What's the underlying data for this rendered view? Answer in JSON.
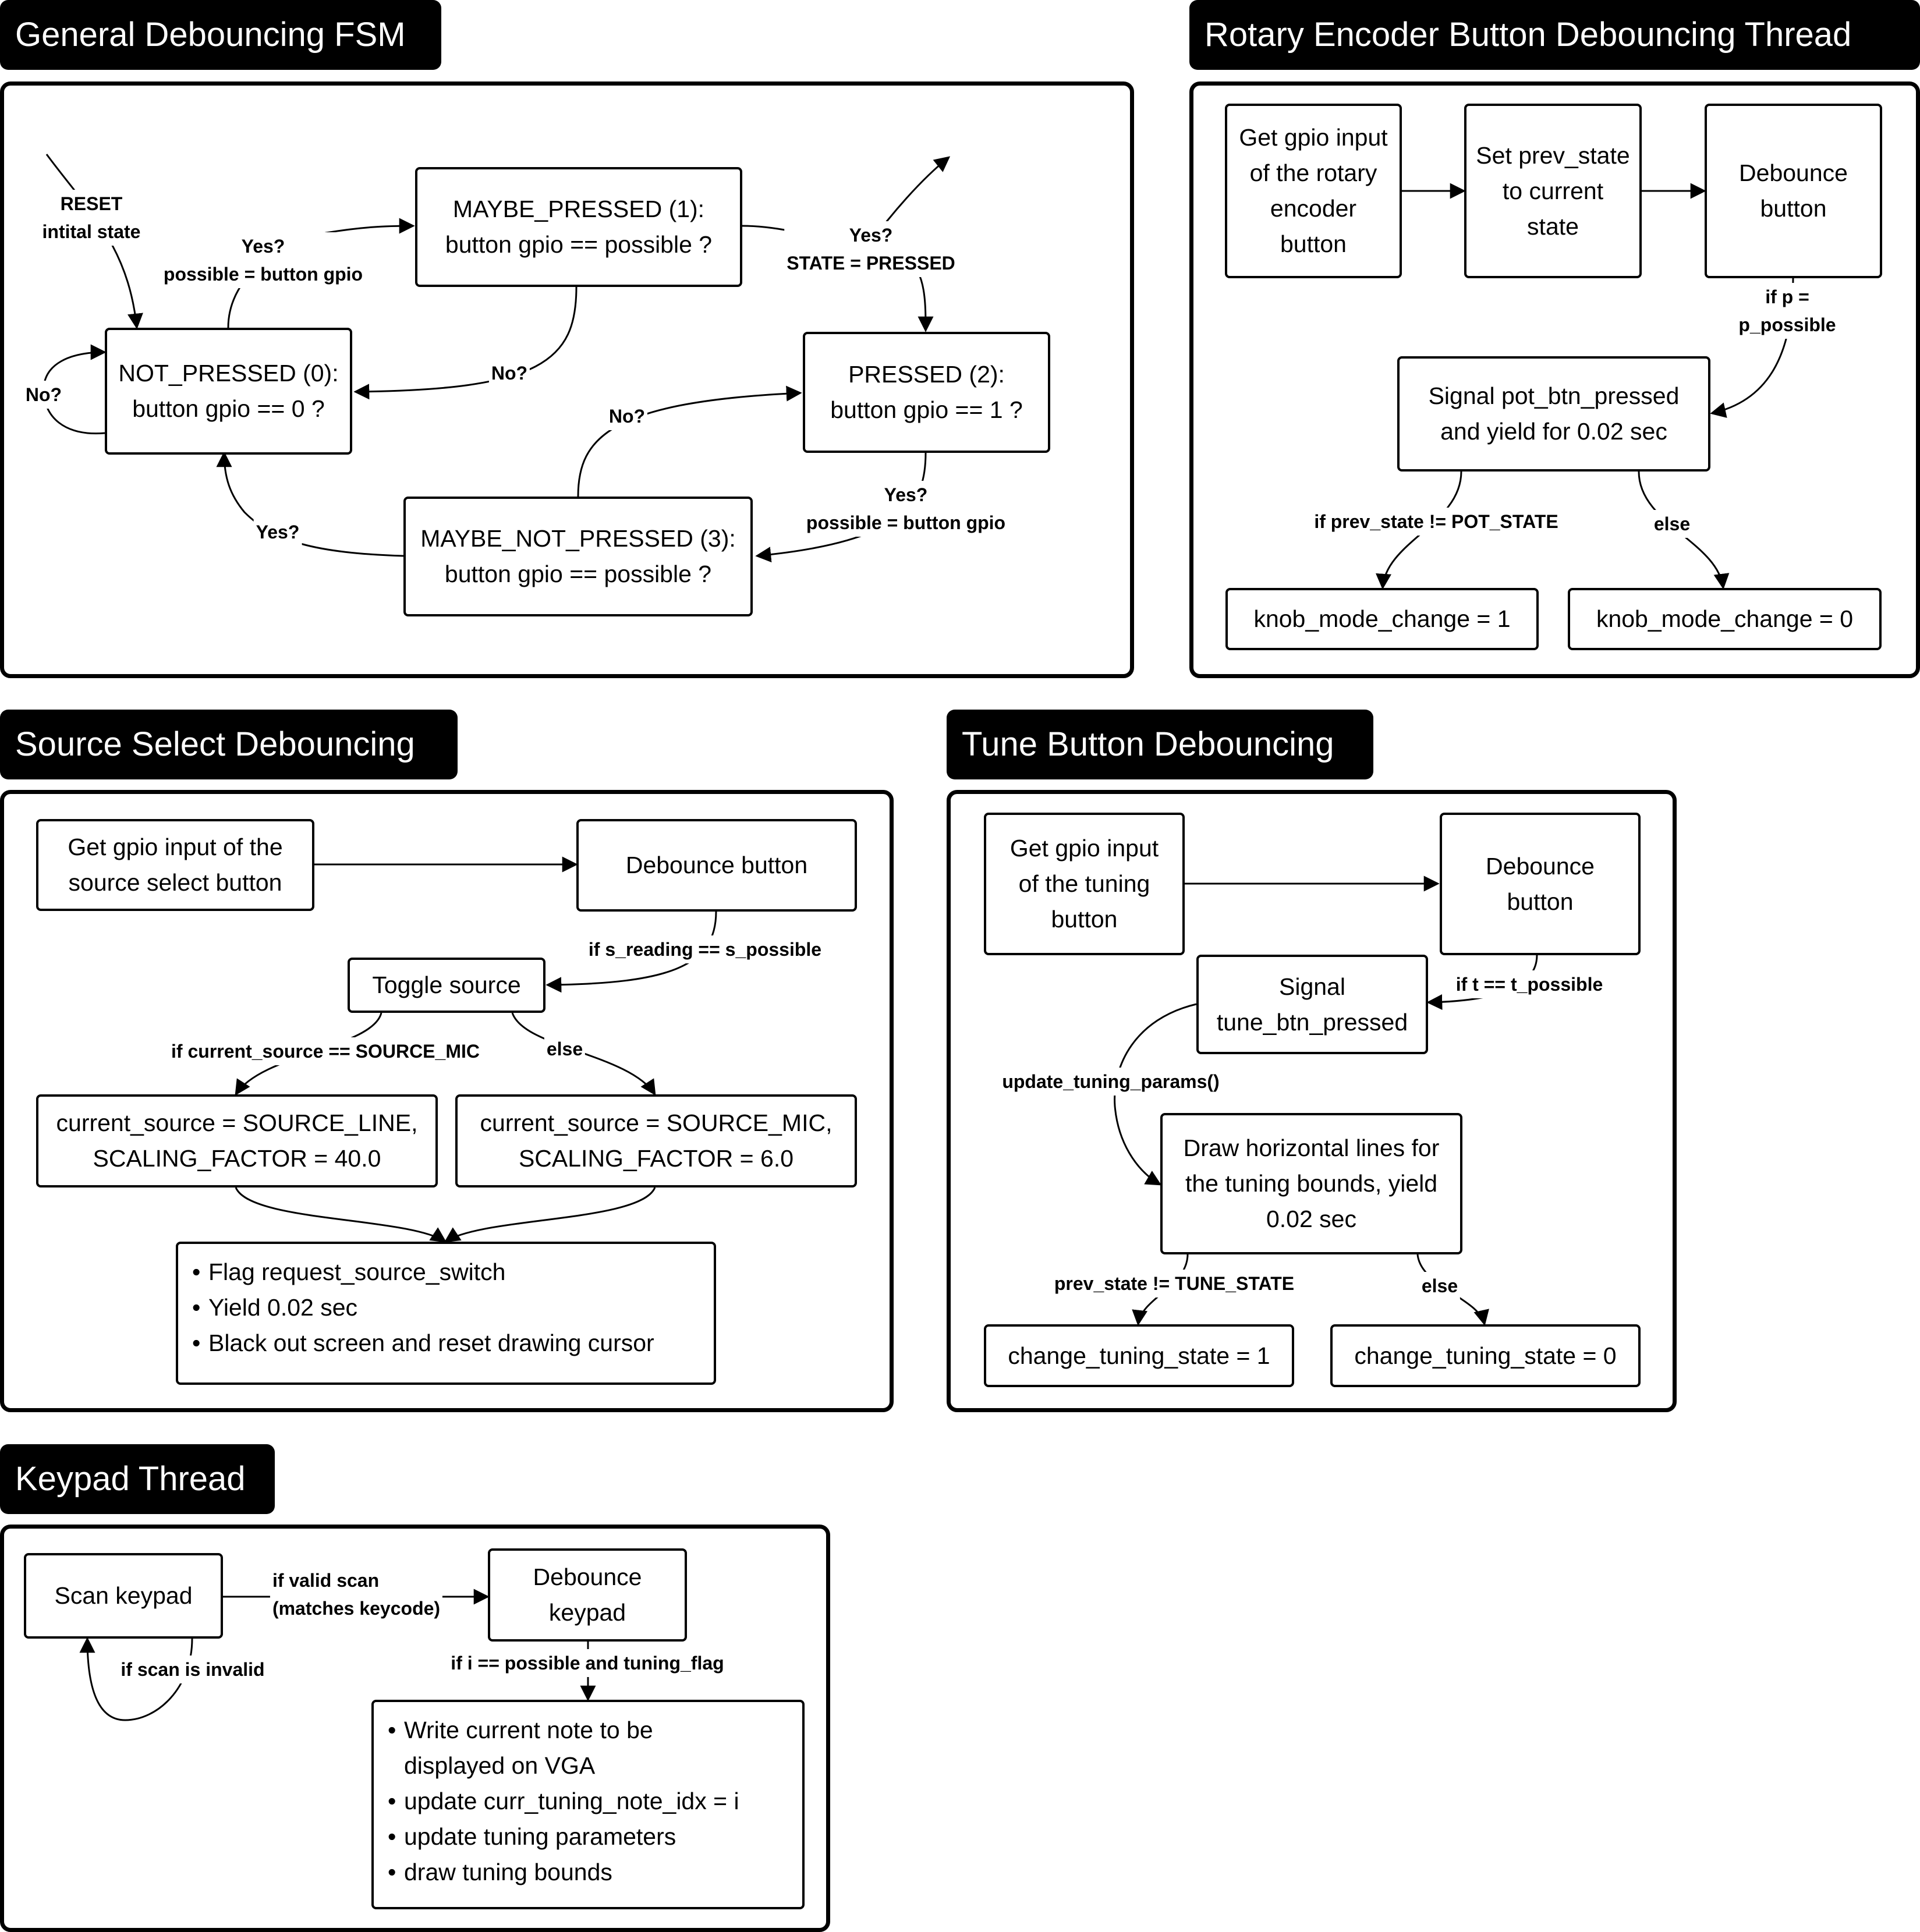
{
  "panels": {
    "fsm": {
      "title": "General Debouncing FSM",
      "nodes": {
        "not_pressed": "NOT_PRESSED (0):\nbutton gpio == 0 ?",
        "maybe_pressed": "MAYBE_PRESSED (1):\nbutton gpio == possible ?",
        "pressed": "PRESSED (2):\nbutton gpio == 1 ?",
        "maybe_not_pressed": "MAYBE_NOT_PRESSED (3):\nbutton gpio == possible ?"
      },
      "edges": {
        "reset": "RESET\nintital state",
        "np_to_mp": "Yes?\npossible = button gpio",
        "mp_to_np": "No?",
        "np_self": "No?",
        "mp_to_p": "Yes?\nSTATE = PRESSED",
        "p_to_mnp": "Yes?\npossible = button gpio",
        "mnp_to_p": "No?",
        "mnp_to_np": "Yes?"
      }
    },
    "rotary": {
      "title": "Rotary Encoder Button Debouncing Thread",
      "nodes": {
        "get_input": "Get gpio input\nof the rotary\nencoder\nbutton",
        "set_prev": "Set prev_state\nto current\nstate",
        "debounce": "Debounce\nbutton",
        "signal": "Signal pot_btn_pressed\nand yield for 0.02 sec",
        "change1": "knob_mode_change = 1",
        "change0": "knob_mode_change = 0"
      },
      "edges": {
        "debounce_to_signal": "if p = p_possible",
        "signal_to_change1": "if prev_state != POT_STATE",
        "signal_to_change0": "else"
      }
    },
    "source": {
      "title": "Source Select Debouncing",
      "nodes": {
        "get_input": "Get gpio input of the\nsource select button",
        "debounce": "Debounce button",
        "toggle": "Toggle source",
        "line": "current_source = SOURCE_LINE,\nSCALING_FACTOR = 40.0",
        "mic": "current_source = SOURCE_MIC,\nSCALING_FACTOR = 6.0",
        "final_items": [
          "Flag request_source_switch",
          "Yield 0.02 sec",
          "Black out screen and reset drawing cursor"
        ]
      },
      "edges": {
        "debounce_to_toggle": "if s_reading == s_possible",
        "toggle_to_line": "if current_source == SOURCE_MIC",
        "toggle_to_mic": "else"
      }
    },
    "tune": {
      "title": "Tune Button Debouncing",
      "nodes": {
        "get_input": "Get gpio input\nof the tuning\nbutton",
        "debounce": "Debounce\nbutton",
        "signal": "Signal\ntune_btn_pressed",
        "draw": "Draw horizontal lines for\nthe tuning bounds, yield\n0.02 sec",
        "change1": "change_tuning_state = 1",
        "change0": "change_tuning_state = 0"
      },
      "edges": {
        "debounce_to_signal": "if t == t_possible",
        "signal_to_draw": "update_tuning_params()",
        "draw_to_change1": "prev_state != TUNE_STATE",
        "draw_to_change0": "else"
      }
    },
    "keypad": {
      "title": "Keypad Thread",
      "nodes": {
        "scan": "Scan keypad",
        "debounce": "Debounce\nkeypad",
        "final_items": [
          "Write current note to be\ndisplayed on VGA",
          "update curr_tuning_note_idx = i",
          "update tuning parameters",
          "draw tuning bounds"
        ]
      },
      "edges": {
        "scan_to_debounce": "if valid scan\n(matches keycode)",
        "scan_self": "if scan is invalid",
        "debounce_to_final": "if i == possible and tuning_flag"
      }
    }
  }
}
